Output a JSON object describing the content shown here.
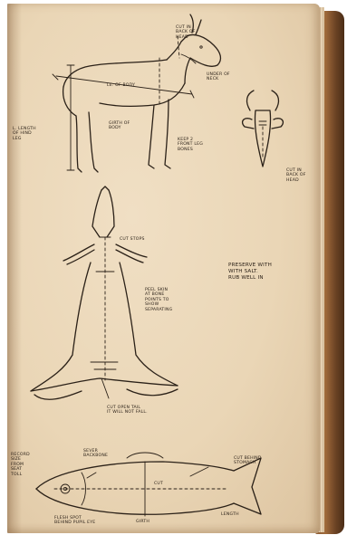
{
  "notebook": {
    "deer_notes": {
      "cut_in_back_of_head": "CUT IN\nBACK OF\nHEAD",
      "under_of_neck": "UNDER OF\nNECK",
      "length_of_body": "LE. OF BODY",
      "girth_of_body": "GIRTH OF\nBODY",
      "length_of_leg": "L. LENGTH\nOF HIND\nLEG",
      "front_leg_bones": "KEEP 2\nFRONT LEG\nBONES",
      "head_detail": "CUT IN\nBACK OF\nHEAD"
    },
    "skin_notes": {
      "cut_stops": "CUT STOPS",
      "peel_skin": "PEEL SKIN\nAT BONE\nPOINTS TO\nSHOW\nSEPARATING",
      "preserve": "PRESERVE WITH\nWITH SALT.\nRUB WELL IN",
      "cut_open_tail": "CUT OPEN TAIL\nIT WILL NOT FALL."
    },
    "fish_notes": {
      "left_notes": "RECORD\nSIZE\nFROM\nSEAT\nTOLL",
      "cut_backbone": "SEVER\nBACKBONE",
      "cut_behind": "CUT BEHIND\nSTOMACH",
      "length": "LENGTH",
      "girth": "GIRTH",
      "flesh_spot": "FLESH SPOT\nBEHIND PUPIL EYE",
      "mid_label": "CUT"
    }
  }
}
